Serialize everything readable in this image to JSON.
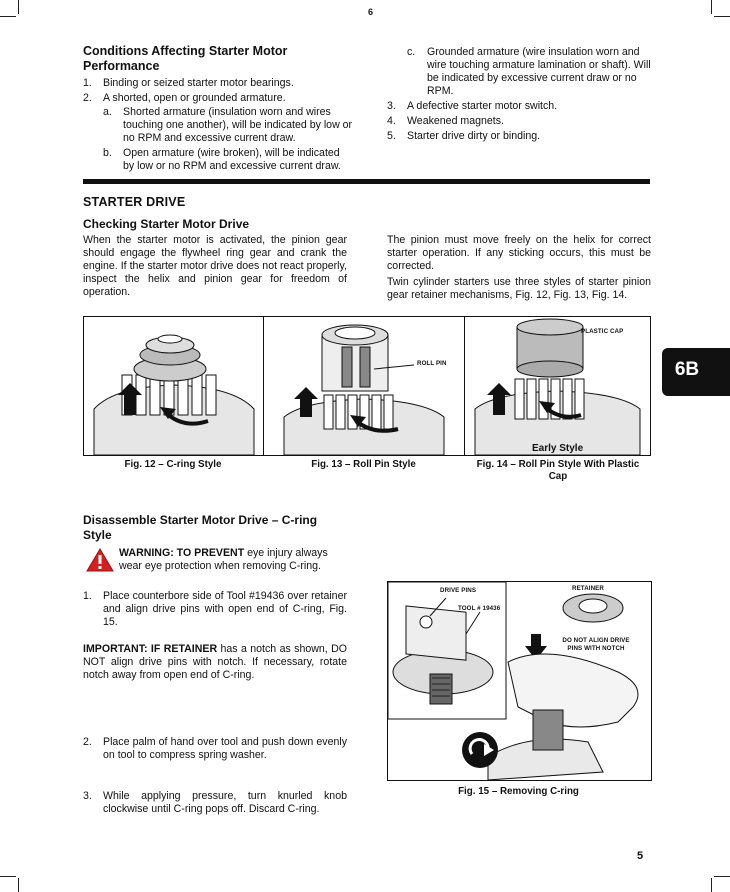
{
  "header": {
    "page_top": "6"
  },
  "conditions": {
    "title": "Conditions Affecting Starter Motor Performance",
    "items": [
      {
        "num": "1.",
        "text": "Binding or seized starter motor bearings."
      },
      {
        "num": "2.",
        "text": "A shorted, open or grounded armature."
      }
    ],
    "subitems": [
      {
        "num": "a.",
        "text": "Shorted armature (insulation worn and wires touching one another), will be indicated by low or no RPM and excessive current draw."
      },
      {
        "num": "b.",
        "text": "Open armature (wire broken), will be indicated by low or no RPM and excessive current draw."
      },
      {
        "num": "c.",
        "text": "Grounded armature (wire insulation worn and wire touching armature lamination or shaft). Will be indicated by excessive current draw or no RPM."
      }
    ],
    "items_right": [
      {
        "num": "3.",
        "text": "A defective starter motor switch."
      },
      {
        "num": "4.",
        "text": "Weakened magnets."
      },
      {
        "num": "5.",
        "text": "Starter drive dirty or binding."
      }
    ]
  },
  "starter_drive": {
    "section_title": "STARTER DRIVE",
    "checking_title": "Checking Starter Motor Drive",
    "para_left": "When the starter motor is activated, the pinion gear should engage the flywheel ring gear and crank the engine. If the starter motor drive does not react properly, inspect the helix and pinion gear for freedom of operation.",
    "para_right_1": "The pinion must move freely on the helix for correct starter operation. If any sticking occurs, this must be corrected.",
    "para_right_2": "Twin cylinder starters use three styles of starter pinion gear retainer mechanisms, Fig. 12, Fig. 13, Fig. 14."
  },
  "figures": {
    "fig12_caption": "Fig. 12 – C-ring Style",
    "fig13_caption": "Fig. 13 – Roll Pin Style",
    "fig13_label": "ROLL PIN",
    "fig14_caption": "Fig. 14 – Roll Pin Style With Plastic Cap",
    "fig14_label": "PLASTIC CAP",
    "fig14_sublabel": "Early Style",
    "fig15_caption": "Fig. 15 – Removing C-ring",
    "fig15_labels": {
      "drive_pins": "DRIVE PINS",
      "tool": "TOOL # 19436",
      "retainer": "RETAINER",
      "do_not_align": "DO NOT ALIGN DRIVE PINS WITH NOTCH"
    }
  },
  "tab": {
    "label": "6B",
    "color": "#111111"
  },
  "disassemble": {
    "title": "Disassemble Starter Motor Drive – C-ring Style",
    "warning_lead": "WARNING: TO PREVENT",
    "warning_rest": " eye injury always wear eye protection when removing C-ring.",
    "warning_color": "#d42020",
    "step1_num": "1.",
    "step1": "Place counterbore side of Tool #19436 over retainer and align drive pins with open end of C-ring, Fig. 15.",
    "important_lead": "IMPORTANT: IF RETAINER",
    "important_rest": " has a notch as shown, DO NOT align drive pins with notch. If necessary, rotate notch away from open end of C-ring.",
    "step2_num": "2.",
    "step2": "Place palm of hand over tool and push down evenly on tool to compress spring washer.",
    "step3_num": "3.",
    "step3": "While applying pressure, turn knurled knob clockwise until C-ring pops off. Discard C-ring."
  },
  "footer": {
    "page_num": "5"
  }
}
